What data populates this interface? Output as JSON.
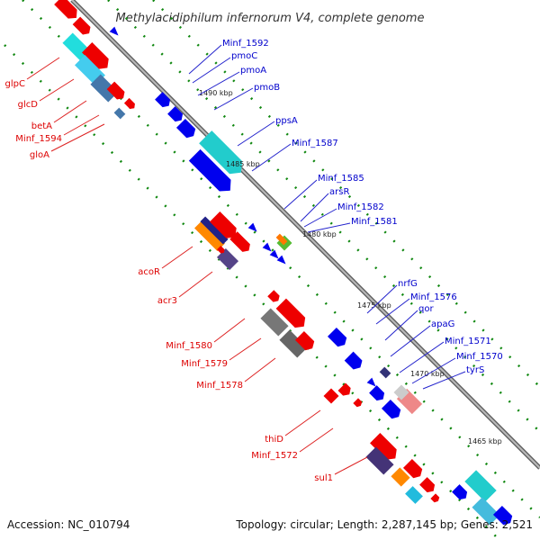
{
  "title": "Methylacidiphilum infernorum V4, complete genome",
  "accession": "Accession: NC_010794",
  "topology": "Topology: circular; Length: 2,287,145 bp; Genes: 2,521",
  "colors": {
    "forward_gene": "#0000ee",
    "reverse_gene": "#ee0000",
    "forward_label": "#0000cc",
    "reverse_label": "#dd0000",
    "ruler": "#888888",
    "dots": "#118811"
  },
  "ticks": [
    "1490 kbp",
    "1485 kbp",
    "1480 kbp",
    "1475 kbp",
    "1470 kbp",
    "1465 kbp"
  ],
  "forward_labels": [
    "Minf_1592",
    "pmoC",
    "pmoA",
    "pmoB",
    "ppsA",
    "Minf_1587",
    "Minf_1585",
    "arsR",
    "Minf_1582",
    "Minf_1581",
    "nrfG",
    "Minf_1576",
    "qor",
    "apaG",
    "Minf_1571",
    "Minf_1570",
    "tyrS"
  ],
  "reverse_labels": [
    "glpC",
    "glcD",
    "betA",
    "Minf_1594",
    "gloA",
    "acoR",
    "acr3",
    "Minf_1580",
    "Minf_1579",
    "Minf_1578",
    "thiD",
    "Minf_1572",
    "sul1"
  ]
}
